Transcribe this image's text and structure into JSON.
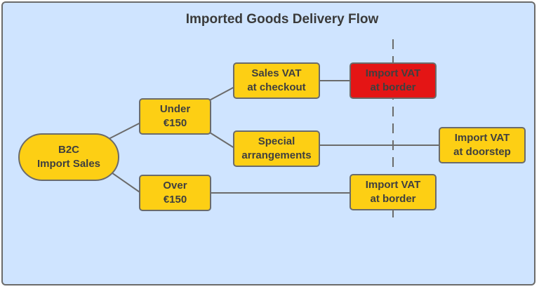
{
  "title": "Imported Goods Delivery Flow",
  "colors": {
    "background": "#cfe4ff",
    "node_fill": "#fdcf14",
    "highlight_fill": "#e41515",
    "stroke": "#6b6b6b",
    "text": "#3f3f3f"
  },
  "nodes": {
    "b2c": {
      "line1": "B2C",
      "line2": "Import Sales"
    },
    "under": {
      "line1": "Under",
      "line2": "€150"
    },
    "over": {
      "line1": "Over",
      "line2": "€150"
    },
    "sales_vat": {
      "line1": "Sales VAT",
      "line2": "at checkout"
    },
    "special": {
      "line1": "Special",
      "line2": "arrangements"
    },
    "import_border_red": {
      "line1": "Import VAT",
      "line2": "at border"
    },
    "import_doorstep": {
      "line1": "Import VAT",
      "line2": "at doorstep"
    },
    "import_border": {
      "line1": "Import VAT",
      "line2": "at border"
    }
  },
  "edges": [
    [
      "b2c",
      "under"
    ],
    [
      "b2c",
      "over"
    ],
    [
      "under",
      "sales_vat"
    ],
    [
      "under",
      "special"
    ],
    [
      "sales_vat",
      "import_border_red"
    ],
    [
      "special",
      "import_doorstep"
    ],
    [
      "over",
      "import_border"
    ]
  ],
  "divider": {
    "style": "dashed",
    "meaning": "border"
  }
}
